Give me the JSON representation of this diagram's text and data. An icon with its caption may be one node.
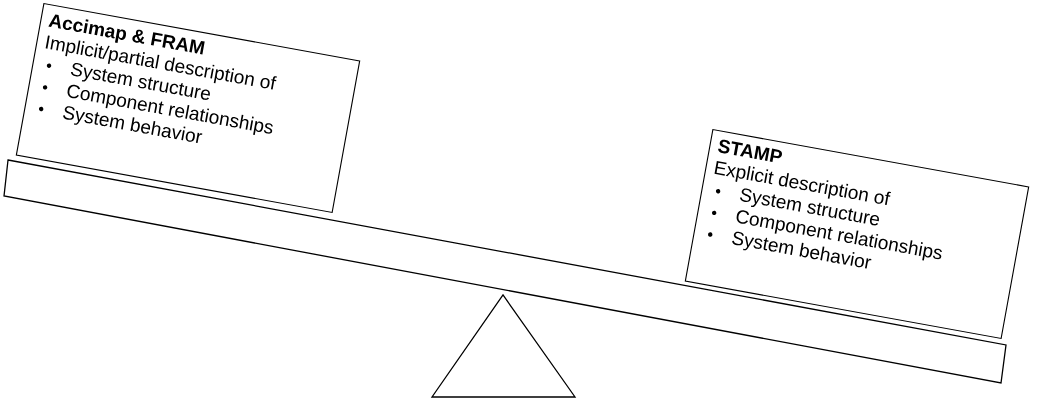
{
  "diagram": {
    "nodes": [
      {
        "text": [
          "Accimap & FRAM",
          "Implicit/partial description of",
          "System structure",
          "Component relationships",
          "System behavior"
        ]
      },
      {
        "text": [
          "STAMP",
          "Explicit description of",
          "System structure",
          "Component relationships",
          "System behavior"
        ]
      }
    ],
    "edges": []
  }
}
